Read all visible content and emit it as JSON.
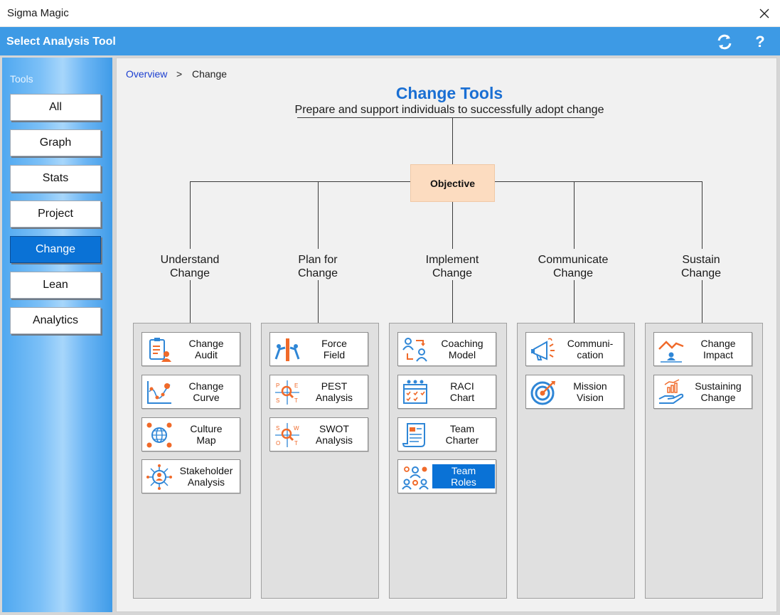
{
  "window": {
    "title": "Sigma Magic"
  },
  "header": {
    "title": "Select Analysis Tool"
  },
  "sidebar": {
    "label": "Tools",
    "items": [
      {
        "label": "All"
      },
      {
        "label": "Graph"
      },
      {
        "label": "Stats"
      },
      {
        "label": "Project"
      },
      {
        "label": "Change",
        "active": true
      },
      {
        "label": "Lean"
      },
      {
        "label": "Analytics"
      }
    ]
  },
  "breadcrumb": {
    "root": "Overview",
    "separator": ">",
    "current": "Change"
  },
  "main": {
    "title": "Change Tools",
    "subtitle": "Prepare and support individuals to successfully adopt change",
    "objective": "Objective",
    "phases": [
      {
        "label": "Understand\nChange",
        "tools": [
          {
            "label": "Change\nAudit",
            "icon": "clipboard-person-icon"
          },
          {
            "label": "Change\nCurve",
            "icon": "curve-chart-icon"
          },
          {
            "label": "Culture\nMap",
            "icon": "globe-network-icon"
          },
          {
            "label": "Stakeholder\nAnalysis",
            "icon": "stakeholder-hub-icon"
          }
        ]
      },
      {
        "label": "Plan for\nChange",
        "tools": [
          {
            "label": "Force\nField",
            "icon": "force-push-icon"
          },
          {
            "label": "PEST\nAnalysis",
            "icon": "pest-magnifier-icon"
          },
          {
            "label": "SWOT\nAnalysis",
            "icon": "swot-magnifier-icon"
          }
        ]
      },
      {
        "label": "Implement\nChange",
        "tools": [
          {
            "label": "Coaching\nModel",
            "icon": "coaching-people-icon"
          },
          {
            "label": "RACI\nChart",
            "icon": "raci-calendar-icon"
          },
          {
            "label": "Team\nCharter",
            "icon": "charter-scroll-icon"
          },
          {
            "label": "Team\nRoles",
            "icon": "team-roles-icon",
            "selected": true
          }
        ]
      },
      {
        "label": "Communicate\nChange",
        "tools": [
          {
            "label": "Communi-\ncation",
            "icon": "megaphone-icon"
          },
          {
            "label": "Mission\nVision",
            "icon": "target-icon"
          }
        ]
      },
      {
        "label": "Sustain\nChange",
        "tools": [
          {
            "label": "Change\nImpact",
            "icon": "impact-chart-icon"
          },
          {
            "label": "Sustaining\nChange",
            "icon": "hand-growth-icon"
          }
        ]
      }
    ]
  },
  "colors": {
    "accent": "#3d9ae5",
    "selected": "#0a72d6",
    "title": "#1a6fd3",
    "objective": "#fcdcc0",
    "icon_orange": "#f06a2a",
    "icon_blue": "#2f86d6"
  }
}
